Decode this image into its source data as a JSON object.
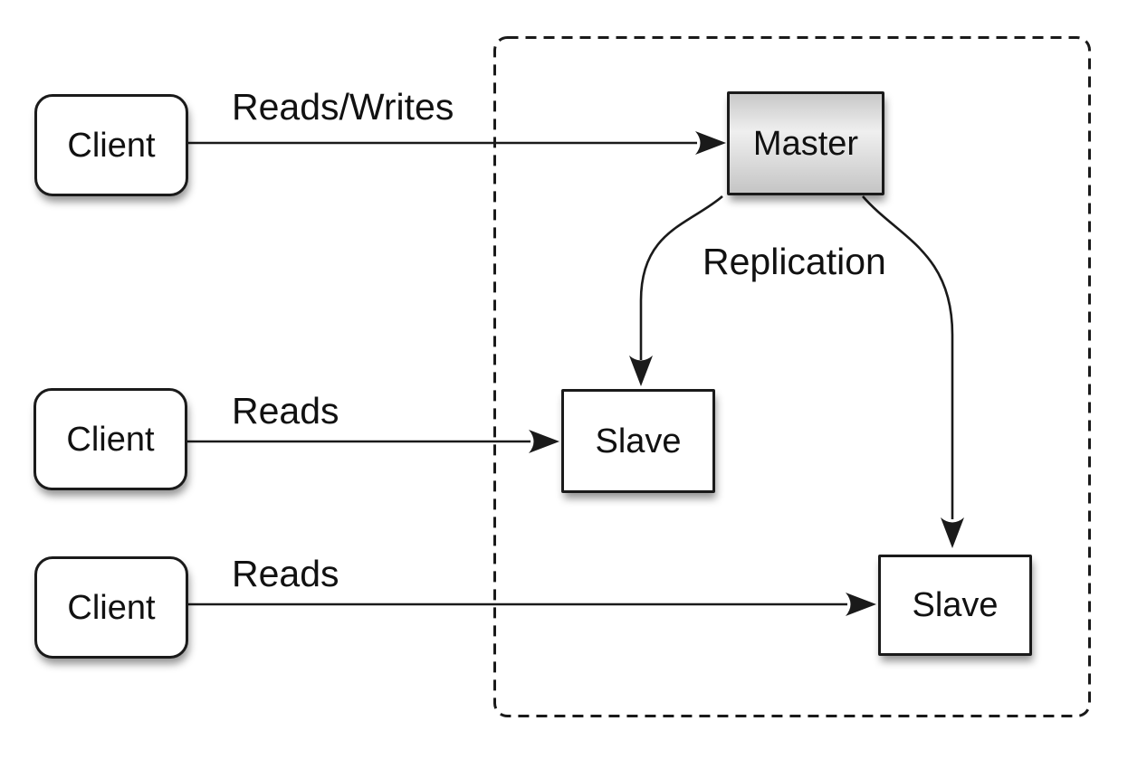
{
  "nodes": {
    "client_top": {
      "label": "Client"
    },
    "client_middle": {
      "label": "Client"
    },
    "client_bottom": {
      "label": "Client"
    },
    "master": {
      "label": "Master"
    },
    "slave_left": {
      "label": "Slave"
    },
    "slave_right": {
      "label": "Slave"
    }
  },
  "edges": {
    "client_top_to_master": {
      "label": "Reads/Writes"
    },
    "client_middle_to_slave_left": {
      "label": "Reads"
    },
    "client_bottom_to_slave_right": {
      "label": "Reads"
    },
    "master_to_slaves": {
      "label": "Replication"
    }
  },
  "colors": {
    "background": "#ffffff",
    "stroke": "#1a1a1a",
    "node_fill": "#ffffff",
    "master_gradient_top": "#c8c8c8",
    "master_gradient_mid": "#efefef",
    "master_gradient_bottom": "#c5c5c5"
  }
}
